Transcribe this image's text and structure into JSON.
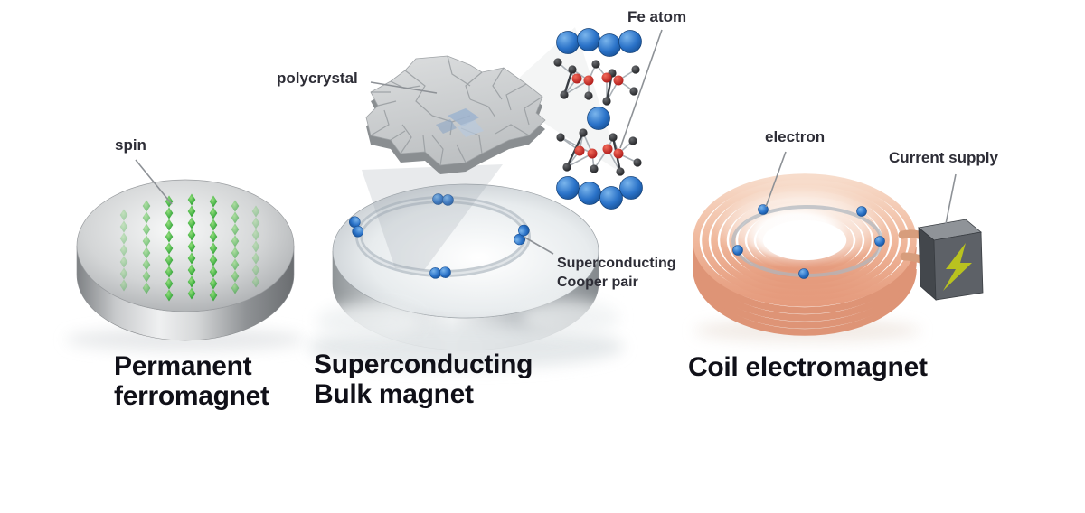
{
  "figure": {
    "type": "science-diagram",
    "topic": "Comparison of three magnet types"
  },
  "labels": {
    "spin": "spin",
    "polycrystal": "polycrystal",
    "fe_atom": "Fe atom",
    "cooper_pair_line1": "Superconducting",
    "cooper_pair_line2": "Cooper pair",
    "electron": "electron",
    "current_supply": "Current supply"
  },
  "captions": {
    "permanent_line1": "Permanent",
    "permanent_line2": "ferromagnet",
    "superconducting_line1": "Superconducting",
    "superconducting_line2": "Bulk magnet",
    "coil": "Coil electromagnet"
  },
  "colors": {
    "spin_green_light": "#8fdd77",
    "spin_green_dark": "#2f9e2f",
    "atom_blue_light": "#7ab5ec",
    "atom_blue_dark": "#1d5fae",
    "fe_red": "#cf2020",
    "atom_black": "#26262a",
    "bond_light": "#aab0b6",
    "bond_dark": "#3a3e44",
    "copper_light": "#f7dccb",
    "copper_mid": "#f0b89c",
    "copper_dark": "#e59b7d",
    "copper_stack": "#de9476",
    "cube_top": "#8f9398",
    "cube_front": "#5d6167",
    "cube_side": "#43474c",
    "bolt_yellow": "#b9c21f",
    "metal_silver": "#c7c9cb",
    "ring_track": "#b3bcc4",
    "pointer_line": "#8d9196",
    "label_text": "#2d2d36",
    "caption_text": "#101018"
  }
}
